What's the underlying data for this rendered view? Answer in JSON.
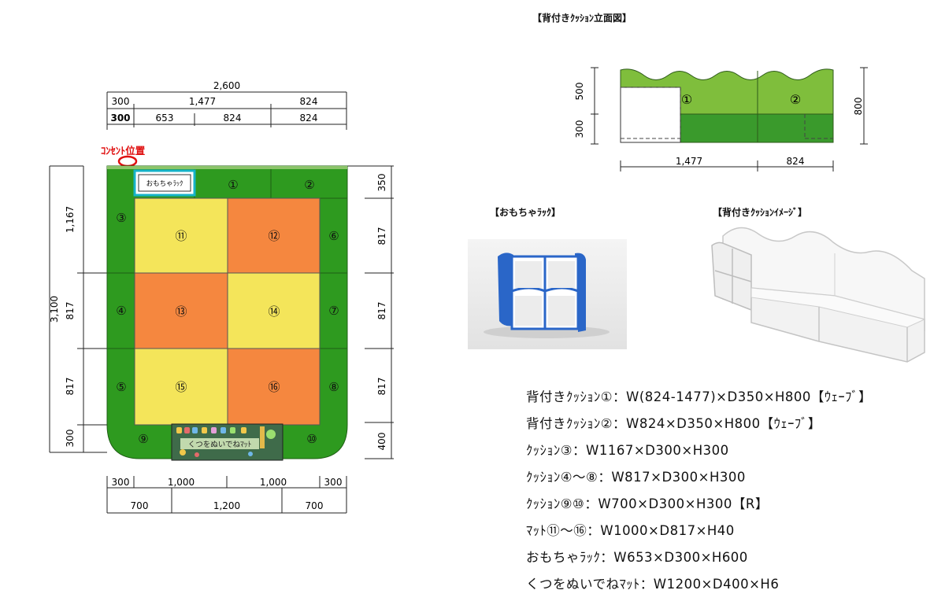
{
  "titles": {
    "elevation": "【背付きｸｯｼｮﾝ立面図】",
    "rack": "【おもちゃﾗｯｸ】",
    "image": "【背付きｸｯｼｮﾝｲﾒｰｼﾞ】"
  },
  "plan": {
    "outlet_label": "ｺﾝｾﾝﾄ位置",
    "rack_label": "おもちゃﾗｯｸ",
    "mat_label": "くつをぬいでねﾏｯﾄ",
    "top_dims": {
      "total": "2,600",
      "row1": [
        "300",
        "1,477",
        "824"
      ],
      "row2": [
        "300",
        "653",
        "824",
        "824"
      ]
    },
    "left_dims": {
      "total": "3,100",
      "segments": [
        "1,167",
        "817",
        "817",
        "300"
      ]
    },
    "right_dims": [
      "350",
      "817",
      "817",
      "817",
      "400"
    ],
    "bottom_dims": {
      "row1": [
        "300",
        "1,000",
        "1,000",
        "300"
      ],
      "row2": [
        "700",
        "1,200",
        "700"
      ]
    },
    "cushions": [
      "①",
      "②",
      "③",
      "④",
      "⑤",
      "⑥",
      "⑦",
      "⑧",
      "⑨",
      "⑩"
    ],
    "mats": [
      "⑪",
      "⑫",
      "⑬",
      "⑭",
      "⑮",
      "⑯"
    ]
  },
  "elevation": {
    "labels": [
      "①",
      "②"
    ],
    "left_dims": [
      "500",
      "300"
    ],
    "right_dim": "800",
    "bottom_dims": [
      "1,477",
      "824"
    ]
  },
  "specs": [
    "背付きｸｯｼｮﾝ①：W(824-1477)×D350×H800【ｳｪｰﾌﾞ】",
    "背付きｸｯｼｮﾝ②：W824×D350×H800【ｳｪｰﾌﾞ】",
    "ｸｯｼｮﾝ③：W1167×D300×H300",
    "ｸｯｼｮﾝ④～⑧：W817×D300×H300",
    "ｸｯｼｮﾝ⑨⑩：W700×D300×H300【R】",
    "ﾏｯﾄ⑪～⑯：W1000×D817×H40",
    "おもちゃﾗｯｸ：W653×D300×H600",
    "くつをぬいでねﾏｯﾄ：W1200×D400×H6"
  ],
  "colors": {
    "green": "#2e9a1f",
    "yellow": "#f4e55a",
    "orange": "#f5873f",
    "light_green": "#7fbe3c",
    "dark_green": "#3a9a2c",
    "outlet_red": "#e01010",
    "rack_blue": "#2a66c8"
  }
}
